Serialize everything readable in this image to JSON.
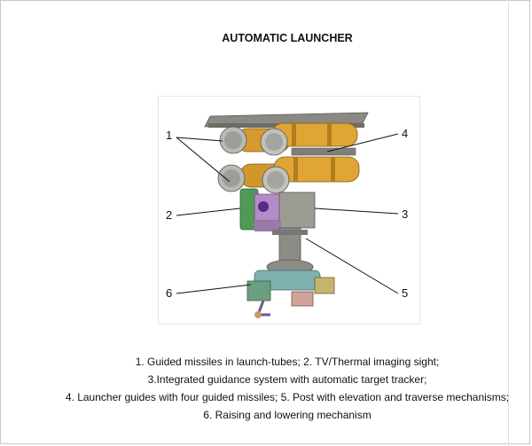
{
  "document": {
    "title": "AUTOMATIC LAUNCHER"
  },
  "figure": {
    "callouts": [
      "1",
      "2",
      "3",
      "4",
      "5",
      "6"
    ]
  },
  "caption": {
    "line1": "1. Guided missiles in launch-tubes; 2. TV/Thermal imaging sight;",
    "line2": "3.Integrated guidance system with automatic target tracker;",
    "line3": "4. Launcher guides with four guided missiles; 5. Post with elevation and traverse mechanisms;",
    "line4": "6. Raising and lowering mechanism"
  }
}
